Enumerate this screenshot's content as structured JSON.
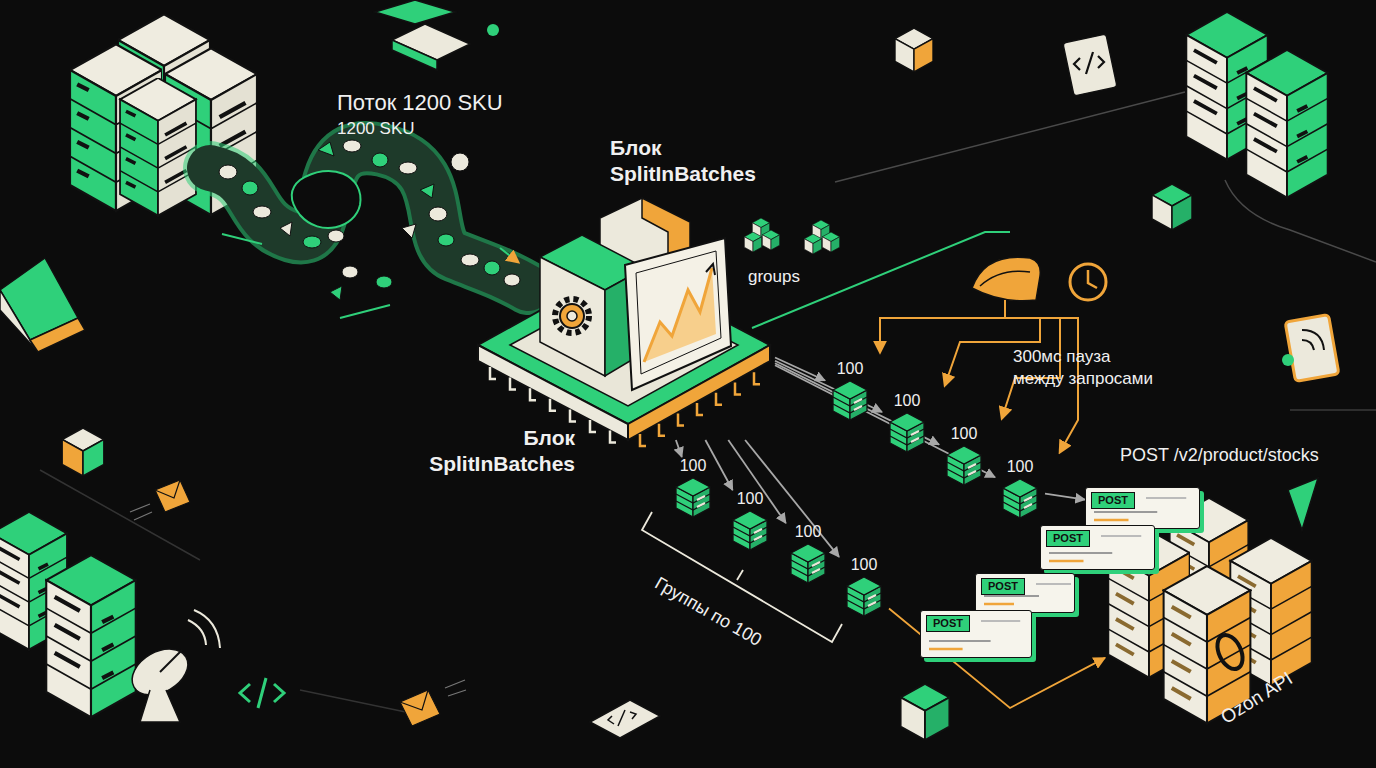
{
  "diagram": {
    "nodes": [
      {
        "text": [
          "Блок SplitInBatches",
          "Блок SplitInBatches"
        ]
      },
      {
        "text": [
          "100"
        ]
      },
      {
        "text": [
          "100"
        ]
      },
      {
        "text": [
          "100"
        ]
      },
      {
        "text": [
          "100"
        ]
      },
      {
        "text": [
          "100"
        ]
      },
      {
        "text": [
          "100"
        ]
      },
      {
        "text": [
          "100"
        ]
      },
      {
        "text": [
          "100"
        ]
      },
      {
        "text": [
          "POST"
        ]
      },
      {
        "text": [
          "POST"
        ]
      },
      {
        "text": [
          "POST"
        ]
      },
      {
        "text": [
          "POST"
        ]
      },
      {
        "text": [
          "POST /v2/product/stocks",
          "Ozon API"
        ]
      }
    ],
    "edges": [
      {
        "from": 0,
        "to": 1,
        "arrow": "to"
      },
      {
        "from": 0,
        "to": 2,
        "arrow": "to"
      },
      {
        "from": 0,
        "to": 3,
        "arrow": "to"
      },
      {
        "from": 0,
        "to": 4,
        "arrow": "to"
      },
      {
        "from": 0,
        "to": 5,
        "arrow": "to"
      },
      {
        "from": 0,
        "to": 6,
        "arrow": "to"
      },
      {
        "from": 0,
        "to": 7,
        "arrow": "to"
      },
      {
        "from": 0,
        "to": 8,
        "arrow": "to"
      },
      {
        "from": 4,
        "to": 9,
        "arrow": "to"
      },
      {
        "from": 8,
        "to": 13,
        "arrow": "to"
      }
    ],
    "labels": [
      "Поток 1200 SKU",
      "1200 SKU",
      "groups",
      "300мс пауза между запросами",
      "Группы по 100"
    ]
  }
}
